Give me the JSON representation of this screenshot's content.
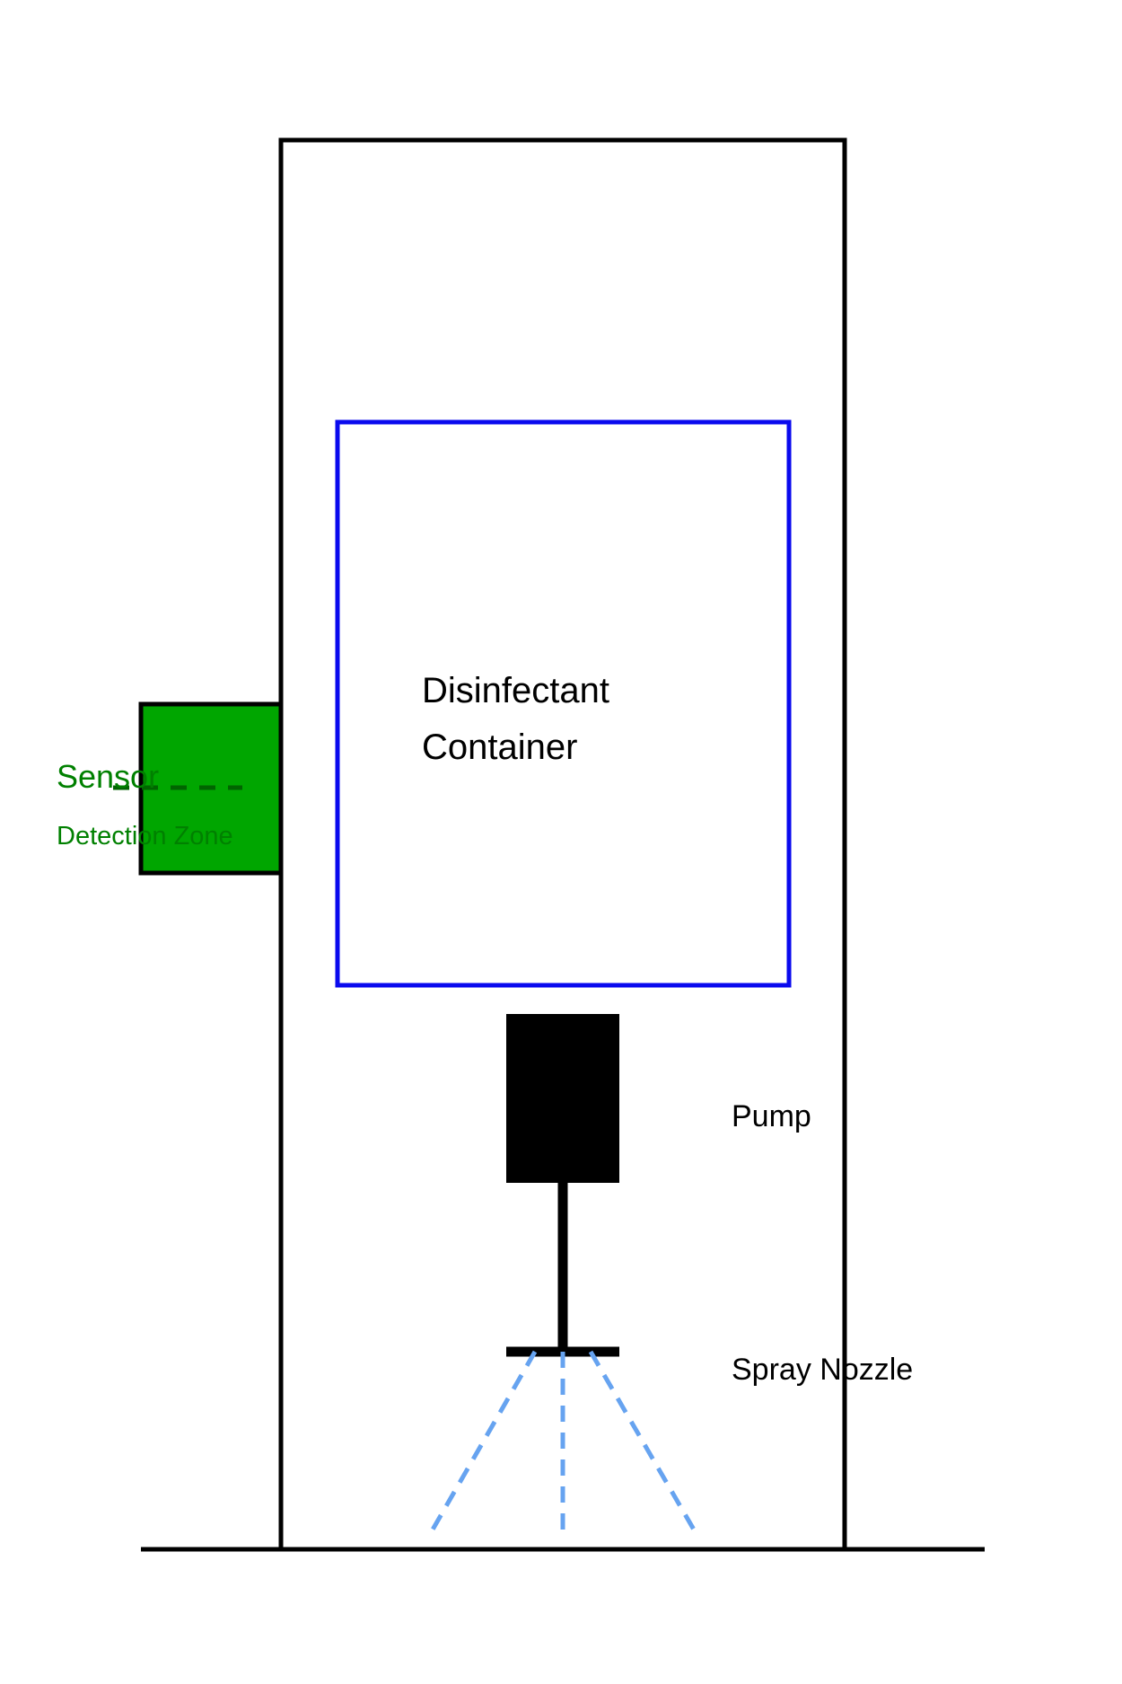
{
  "diagram": {
    "labels": {
      "container_line1": "Disinfectant",
      "container_line2": "Container",
      "sensor": "Sensor",
      "detection_zone": "Detection Zone",
      "pump": "Pump",
      "spray_nozzle": "Spray Nozzle"
    },
    "colors": {
      "outline": "#000000",
      "container_border": "#0a0aee",
      "sensor_fill": "#00a600",
      "sensor_text": "#008000",
      "detection_line": "#006400",
      "spray": "#66a3f0",
      "pump": "#000000"
    }
  }
}
